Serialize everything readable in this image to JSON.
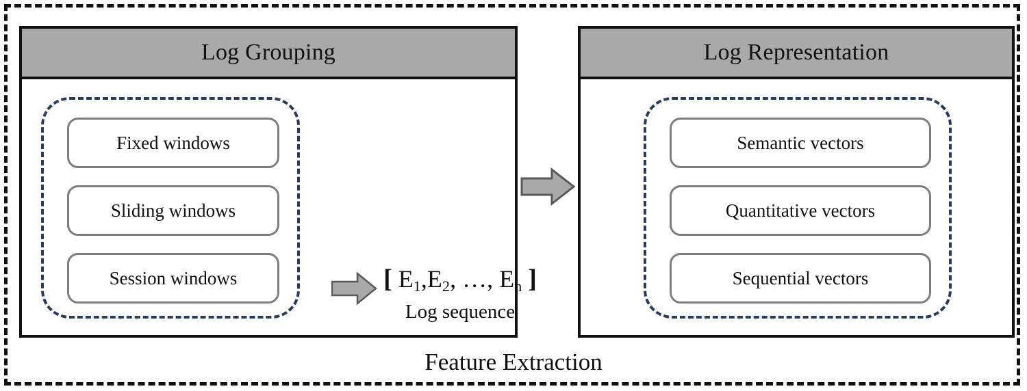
{
  "diagram": {
    "caption": "Feature Extraction",
    "colors": {
      "outer_border": "#111111",
      "panel_border": "#111111",
      "panel_header_fill": "#a9a9a9",
      "group_dashed_border": "#2a3a60",
      "item_box_border": "#7d7d7d",
      "arrow_fill": "#a9a9a9",
      "arrow_stroke": "#595959",
      "text": "#111111",
      "background": "#ffffff"
    },
    "panels": [
      {
        "id": "log-grouping",
        "title": "Log Grouping",
        "items": [
          {
            "label": "Fixed windows"
          },
          {
            "label": "Sliding windows"
          },
          {
            "label": "Session windows"
          }
        ]
      },
      {
        "id": "log-representation",
        "title": "Log Representation",
        "items": [
          {
            "label": "Semantic vectors"
          },
          {
            "label": "Quantitative vectors"
          },
          {
            "label": "Sequential vectors"
          }
        ]
      }
    ],
    "log_sequence": {
      "open_bracket": "[",
      "close_bracket": "]",
      "terms": [
        {
          "base": "E",
          "sub": "1",
          "sep": ","
        },
        {
          "base": "E",
          "sub": "2",
          "sep": ","
        },
        {
          "base": "…",
          "sub": "",
          "sep": ","
        },
        {
          "base": "E",
          "sub": "n",
          "sep": ""
        }
      ],
      "expression_text": "[ E1, E2, …, En ]",
      "caption": "Log sequence"
    },
    "arrows": [
      {
        "id": "grouping-to-sequence",
        "direction": "right"
      },
      {
        "id": "sequence-to-representation",
        "direction": "right"
      }
    ]
  }
}
